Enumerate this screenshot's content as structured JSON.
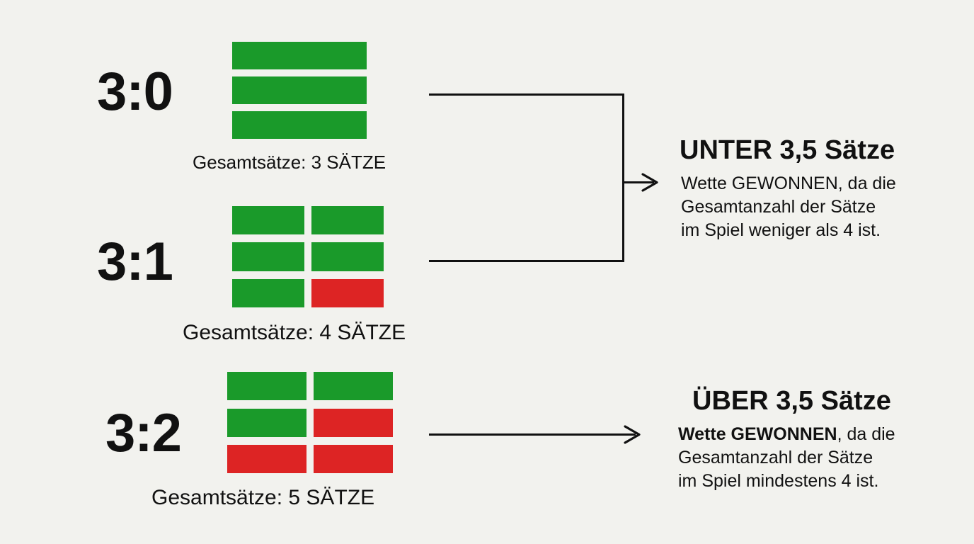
{
  "rows": [
    {
      "score": "3:0",
      "caption": "Gesamtsätze: 3 SÄTZE",
      "sets": [
        [
          "win"
        ],
        [
          "win"
        ],
        [
          "win"
        ]
      ]
    },
    {
      "score": "3:1",
      "caption": "Gesamtsätze: 4 SÄTZE",
      "sets": [
        [
          "win",
          "win"
        ],
        [
          "win",
          "win"
        ],
        [
          "win",
          "loss"
        ]
      ]
    },
    {
      "score": "3:2",
      "caption": "Gesamtsätze: 5 SÄTZE",
      "sets": [
        [
          "win",
          "win"
        ],
        [
          "win",
          "loss"
        ],
        [
          "loss",
          "loss"
        ]
      ]
    }
  ],
  "results": {
    "under": {
      "title": "UNTER 3,5 Sätze",
      "line1": "Wette GEWONNEN, da die",
      "line2": "Gesamtanzahl der Sätze",
      "line3": "im Spiel weniger als 4 ist."
    },
    "over": {
      "title": "ÜBER 3,5 Sätze",
      "line1_bold": "Wette GEWONNEN",
      "line1_rest": ", da die",
      "line2": "Gesamtanzahl der Sätze",
      "line3": "im Spiel mindestens 4 ist."
    }
  },
  "colors": {
    "win": "#1a9a2a",
    "loss": "#dd2424",
    "background": "#f2f2ee"
  }
}
